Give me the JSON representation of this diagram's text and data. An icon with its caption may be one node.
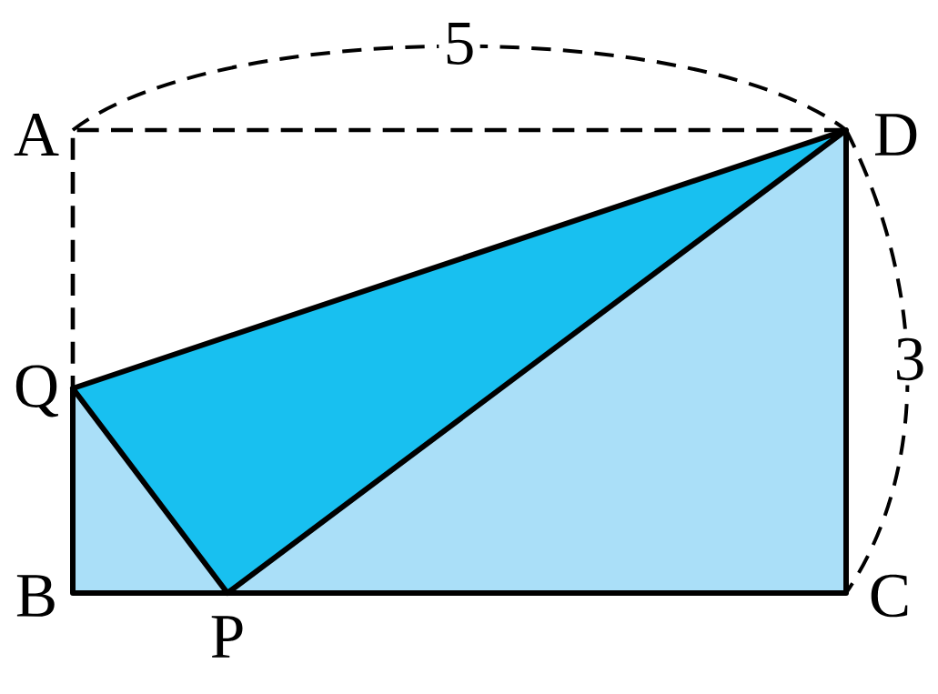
{
  "diagram": {
    "labels": [
      "5",
      "A",
      "D",
      "Q",
      "3",
      "B",
      "P",
      "C"
    ]
  }
}
